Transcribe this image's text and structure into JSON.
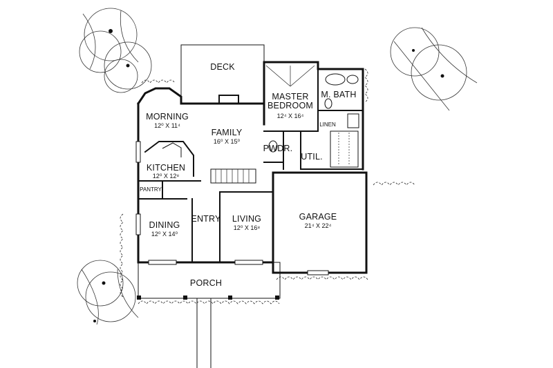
{
  "rooms": {
    "deck": {
      "name": "DECK"
    },
    "master_bedroom": {
      "name_line1": "MASTER",
      "name_line2": "BEDROOM",
      "size": "12⁴ X 16⁴"
    },
    "master_bath": {
      "name": "M. BATH"
    },
    "linen": {
      "name": "LINEN"
    },
    "morning": {
      "name": "MORNING",
      "size": "12⁰ X 11⁴"
    },
    "family": {
      "name": "FAMILY",
      "size": "16⁰ X 15⁰"
    },
    "powder": {
      "name": "PWDR."
    },
    "utility": {
      "name": "UTIL."
    },
    "kitchen": {
      "name": "KITCHEN",
      "size": "12⁰ X 12⁸"
    },
    "pantry": {
      "name": "PANTRY"
    },
    "dining": {
      "name": "DINING",
      "size": "12⁰ X 14⁰"
    },
    "entry": {
      "name": "ENTRY"
    },
    "living": {
      "name": "LIVING",
      "size": "12⁰ X 16⁸"
    },
    "garage": {
      "name": "GARAGE",
      "size": "21⁴ X 22⁴"
    },
    "porch": {
      "name": "PORCH"
    }
  }
}
